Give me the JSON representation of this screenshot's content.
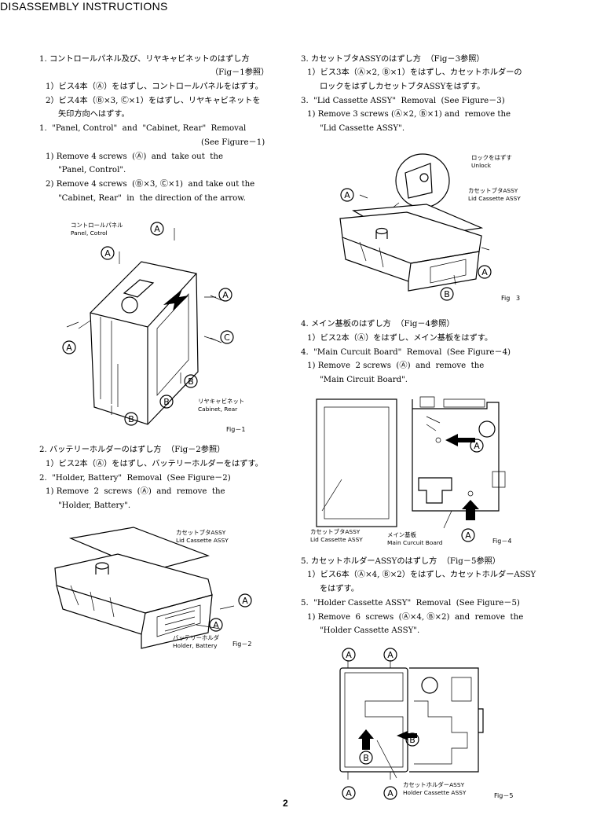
{
  "title": "DISASSEMBLY INSTRUCTIONS",
  "page_number": "2",
  "sections": {
    "s1": {
      "jp_heading": "1. コントロールパネル及び、リヤキャビネットのはずし方",
      "jp_ref": "（Fig－1参照）",
      "jp_steps": [
        "1）ビス4本（Ⓐ）をはずし、コントロールパネルをはずす。",
        "2）ビス4本（Ⓑ×3, Ⓒ×1）をはずし、リヤキャビネットを",
        "矢印方向へはずす。"
      ],
      "en_heading": "1.  \"Panel, Control\"  and  \"Cabinet, Rear\"  Removal",
      "en_ref": "(See Figure－1)",
      "en_steps": [
        "1) Remove 4 screws  (Ⓐ)  and  take out  the",
        "\"Panel, Control\".",
        "2) Remove 4 screws  (Ⓑ×3, Ⓒ×1)  and take out the",
        "\"Cabinet, Rear\"  in  the direction of the arrow."
      ]
    },
    "s2": {
      "jp_heading": "2. バッテリーホルダーのはずし方  （Fig－2参照）",
      "jp_steps": [
        "1）ビス2本（Ⓐ）をはずし、バッテリーホルダーをはずす。"
      ],
      "en_heading": "2.  \"Holder, Battery\"  Removal  (See Figure－2)",
      "en_steps": [
        "1) Remove  2  screws  (Ⓐ)  and  remove  the",
        "\"Holder, Battery\"."
      ]
    },
    "s3": {
      "jp_heading": "3. カセットブタASSYのはずし方  （Fig－3参照）",
      "jp_steps": [
        "1）ビス3本（Ⓐ×2, Ⓑ×1）をはずし、カセットホルダーの",
        "ロックをはずしカセットブタASSYをはずす。"
      ],
      "en_heading": "3.  \"Lid Cassette ASSY\"  Removal  (See Figure－3)",
      "en_steps": [
        "1) Remove 3 screws (Ⓐ×2, Ⓑ×1) and  remove the",
        "\"Lid Cassette ASSY\"."
      ]
    },
    "s4": {
      "jp_heading": "4. メイン基板のはずし方  （Fig－4参照）",
      "jp_steps": [
        "1）ビス2本（Ⓐ）をはずし、メイン基板をはずす。"
      ],
      "en_heading": "4.  \"Main Curcuit Board\"  Removal  (See Figure－4)",
      "en_steps": [
        "1) Remove  2 screws  (Ⓐ)  and  remove  the",
        "\"Main Circuit Board\"."
      ]
    },
    "s5": {
      "jp_heading": "5. カセットホルダーASSYのはずし方  （Fig－5参照）",
      "jp_steps": [
        "1）ビス6本（Ⓐ×4, Ⓑ×2）をはずし、カセットホルダーASSY",
        "をはずす。"
      ],
      "en_heading": "5.  \"Holder Cassette ASSY\"  Removal  (See Figure－5)",
      "en_steps": [
        "1) Remove  6  screws  (Ⓐ×4, Ⓑ×2)  and  remove  the",
        "\"Holder Cassette ASSY\"."
      ]
    }
  },
  "figures": {
    "fig1": {
      "caption": "Fig－1",
      "label_panel_jp": "コントロールパネル",
      "label_panel_en": "Panel, Cotrol",
      "label_cab_jp": "リヤキャビネット",
      "label_cab_en": "Cabinet, Rear",
      "callout_a": "A",
      "callout_b": "B",
      "callout_c": "C"
    },
    "fig2": {
      "caption": "Fig－2",
      "label_lid_jp": "カセットブタASSY",
      "label_lid_en": "Lid Cassette ASSY",
      "label_hold_jp": "バッテリーホルダ",
      "label_hold_en": "Holder, Battery",
      "callout_a": "A"
    },
    "fig3": {
      "caption": "Fig   3",
      "label_unlock_jp": "ロックをはずす",
      "label_unlock_en": "Unlock",
      "label_lid_jp": "カセットブタASSY",
      "label_lid_en": "Lid Cassette ASSY",
      "callout_a": "A",
      "callout_b": "B"
    },
    "fig4": {
      "caption": "Fig－4",
      "label_lid_jp": "カセットブタASSY",
      "label_lid_en": "Lid Cassette ASSY",
      "label_main_jp": "メイン基板",
      "label_main_en": "Main Curcuit Board",
      "callout_a": "A"
    },
    "fig5": {
      "caption": "Fig－5",
      "label_holder_jp": "カセットホルダーASSY",
      "label_holder_en": "Holder Cassette ASSY",
      "callout_a": "A",
      "callout_b": "B"
    }
  }
}
